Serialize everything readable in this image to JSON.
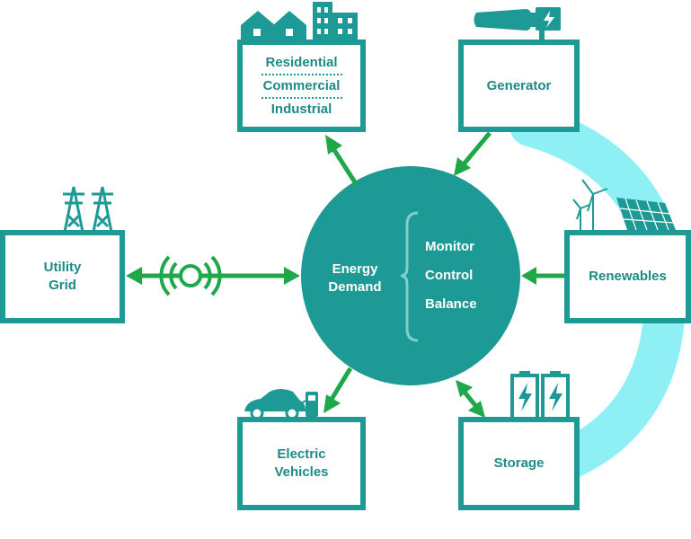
{
  "nodes": {
    "load": {
      "lines": [
        "Residential",
        "Commercial",
        "Industrial"
      ]
    },
    "generator": {
      "label": "Generator"
    },
    "renewables": {
      "label": "Renewables"
    },
    "storage": {
      "label": "Storage"
    },
    "ev": {
      "line1": "Electric",
      "line2": "Vehicles"
    },
    "grid": {
      "line1": "Utility",
      "line2": "Grid"
    }
  },
  "hub": {
    "title_line1": "Energy",
    "title_line2": "Demand",
    "functions": [
      "Monitor",
      "Control",
      "Balance"
    ]
  },
  "colors": {
    "teal": "#1d9a96",
    "text_teal": "#1d8a86",
    "arrow_green": "#1fa84a",
    "cyan_arc": "#8ef0f5"
  },
  "icons": {
    "load": "houses-and-buildings-icon",
    "generator": "generator-icon",
    "renewables": "wind-turbines-and-solar-panel-icon",
    "storage": "battery-icon",
    "ev": "electric-car-and-charger-icon",
    "grid": "transmission-tower-icon",
    "grid_link": "wireless-signal-icon"
  }
}
